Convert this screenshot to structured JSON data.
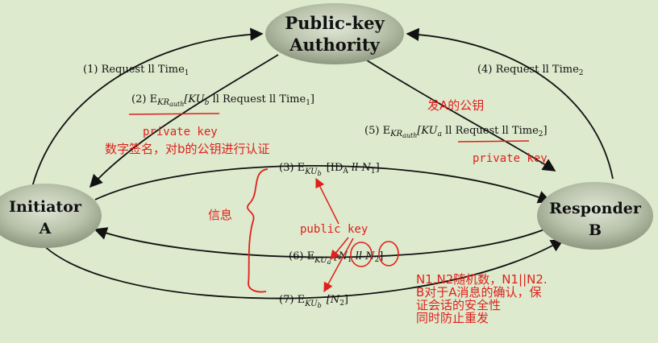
{
  "nodes": {
    "authority": {
      "line1": "Public-key",
      "line2": "Authority"
    },
    "initiator": {
      "line1": "Initiator",
      "line2": "A"
    },
    "responder": {
      "line1": "Responder",
      "line2": "B"
    }
  },
  "messages": {
    "m1": {
      "num": "(1)",
      "text": "Request ll Time",
      "sub": "1"
    },
    "m2": {
      "num": "(2)",
      "E": "E",
      "key": "KR",
      "keysub": "auth",
      "body": "[KU",
      "bodysub": "b",
      "rest": " ll Request ll Time",
      "restsub": "1",
      "end": "]"
    },
    "m4": {
      "num": "(4)",
      "text": "Request ll Time",
      "sub": "2"
    },
    "m5": {
      "num": "(5)",
      "E": "E",
      "key": "KR",
      "keysub": "auth",
      "body": "[KU",
      "bodysub": "a",
      "rest": " ll Request ll Time",
      "restsub": "2",
      "end": "]"
    },
    "m3": {
      "num": "(3)",
      "E": "E",
      "key": "KU",
      "keysub": "b",
      "body": "[ID",
      "bodysub": "A",
      "rest": " ll N",
      "restsub": "1",
      "end": "]"
    },
    "m6": {
      "num": "(6)",
      "E": "E",
      "key": "KU",
      "keysub": "a",
      "body": "[N",
      "bodysub": "1",
      "rest": " ll N",
      "restsub": "2",
      "end": "]"
    },
    "m7": {
      "num": "(7)",
      "E": "E",
      "key": "KU",
      "keysub": "b",
      "body": "[N",
      "bodysub": "2",
      "end": "]"
    }
  },
  "annotations": {
    "send_a_key": "发A的公钥",
    "private_key_1": "private key",
    "digital_sig": "数字签名，对b的公钥进行认证",
    "private_key_2": "private key",
    "info": "信息",
    "public_key": "public key",
    "note_line1": "N1,N2随机数，N1||N2.",
    "note_line2": "B对于A消息的确认，保",
    "note_line3": "证会话的安全性",
    "note_line4": "同时防止重发"
  },
  "colors": {
    "background": "#ddeacd",
    "annotation": "#e0201c",
    "node": "#b4bea6"
  }
}
